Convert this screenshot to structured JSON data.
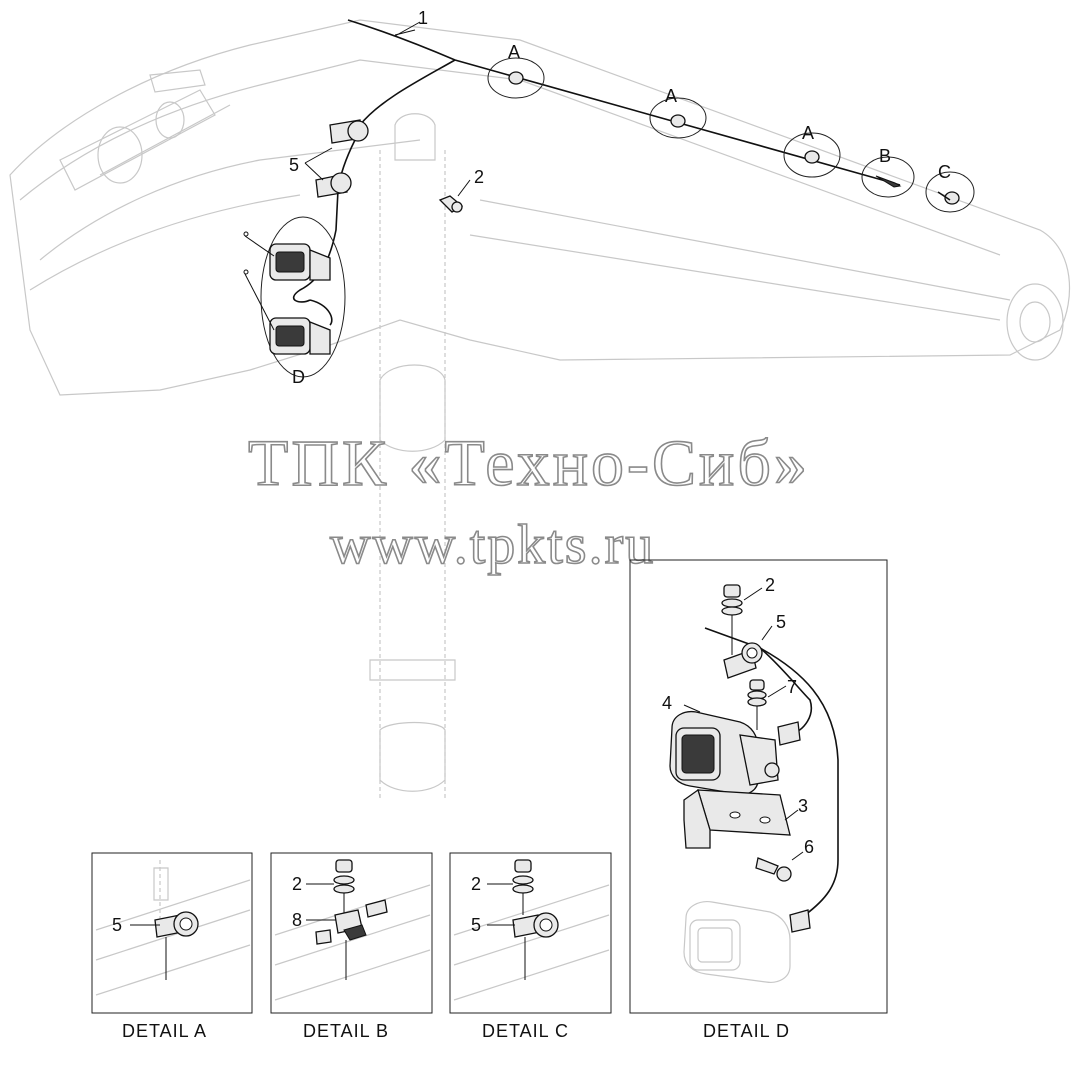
{
  "callouts": {
    "c1": "1",
    "c2": "2",
    "c5": "5",
    "a1": "A",
    "a2": "A",
    "a3": "A",
    "b": "B",
    "c": "C",
    "d": "D"
  },
  "watermark": {
    "line1": "ТПК «Техно-Сиб»",
    "line2": "www.tpkts.ru"
  },
  "details": {
    "a": {
      "caption": "DETAIL  A",
      "labels": [
        "5"
      ]
    },
    "b": {
      "caption": "DETAIL  B",
      "labels": [
        "2",
        "8"
      ]
    },
    "c": {
      "caption": "DETAIL  C",
      "labels": [
        "2",
        "5"
      ]
    },
    "d": {
      "caption": "DETAIL  D",
      "labels": [
        "2",
        "5",
        "7",
        "4",
        "3",
        "6"
      ]
    }
  }
}
